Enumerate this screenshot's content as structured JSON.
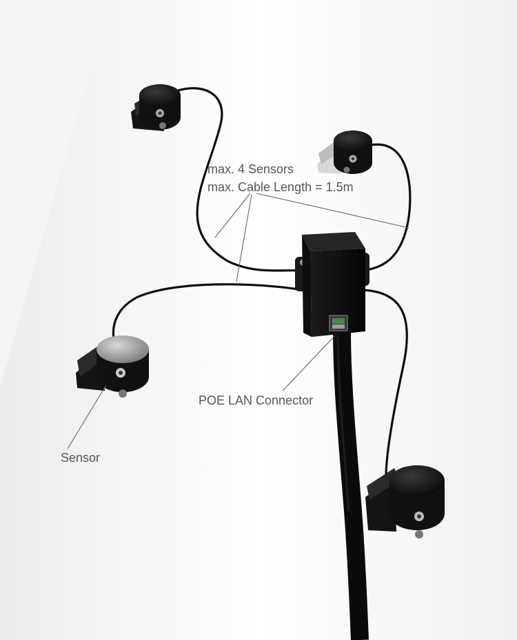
{
  "labels": {
    "max_sensors": "max. 4 Sensors",
    "max_cable_length": "max. Cable Length = 1.5m",
    "poe_connector": "POE LAN Connector",
    "sensor": "Sensor"
  },
  "colors": {
    "background": "#f4f4f4",
    "surface": "#ffffff",
    "device": "#141414",
    "cable": "#0d0d0d",
    "label_text": "#555555",
    "leader_line": "#666666",
    "connector_port": "#4a8a4a"
  }
}
